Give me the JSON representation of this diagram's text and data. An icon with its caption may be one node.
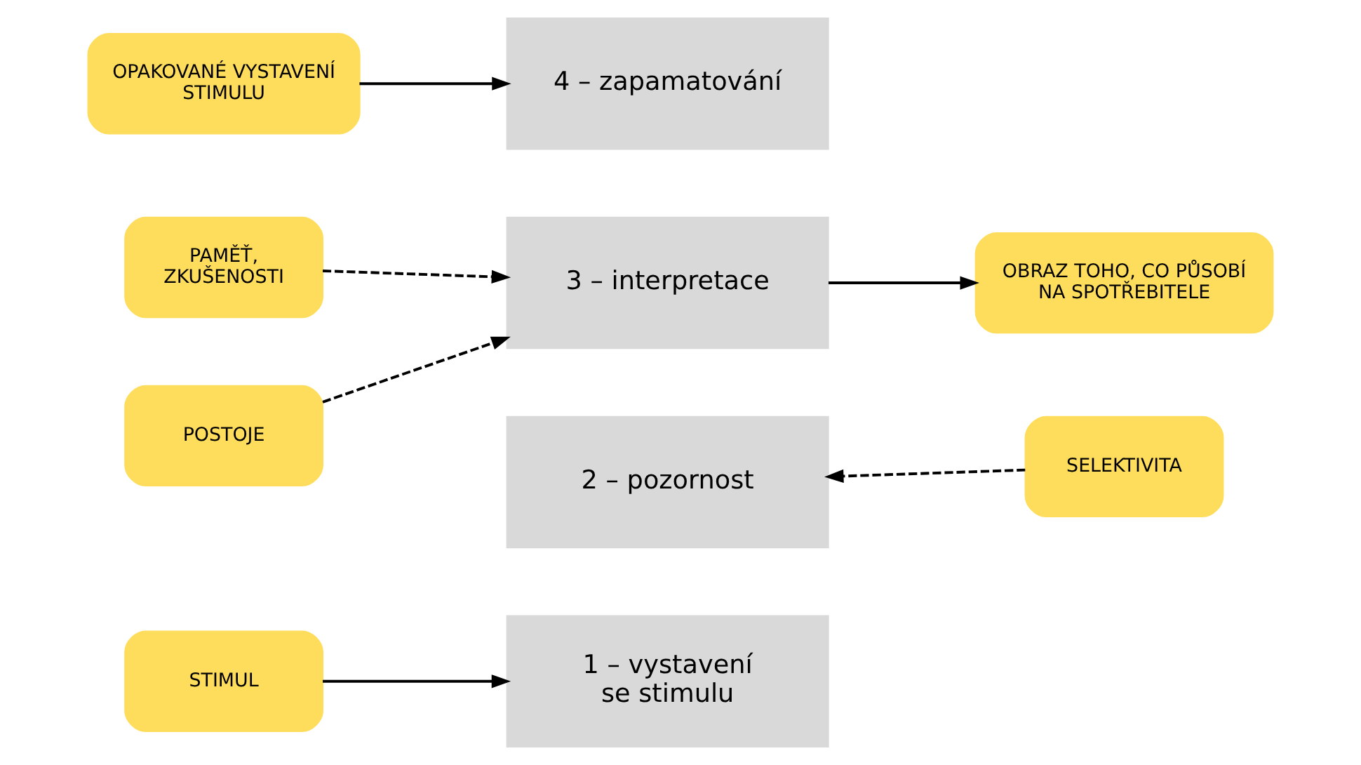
{
  "diagram": {
    "nodes": [
      {
        "text": [
          "STIMUL"
        ]
      },
      {
        "text": [
          "1 – vystavení se stimulu"
        ]
      },
      {
        "text": [
          "2 – pozornost"
        ]
      },
      {
        "text": [
          "SELEKTIVITA"
        ]
      },
      {
        "text": [
          "PAMĚŤ, ZKUŠENOSTI"
        ]
      },
      {
        "text": [
          "POSTOJE"
        ]
      },
      {
        "text": [
          "3 – interpretace"
        ]
      },
      {
        "text": [
          "OBRAZ TOHO, CO PŮSOBÍ NA SPOTŘEBITELE"
        ]
      },
      {
        "text": [
          "OPAKOVANÉ VYSTAVENÍ STIMULU"
        ]
      },
      {
        "text": [
          "4 – zapamatování"
        ]
      }
    ],
    "edges": [
      {
        "from": 0,
        "to": 1,
        "arrow": "to"
      },
      {
        "from": 3,
        "to": 2,
        "arrow": "to",
        "style": "dashed"
      },
      {
        "from": 4,
        "to": 6,
        "arrow": "to",
        "style": "dashed"
      },
      {
        "from": 5,
        "to": 6,
        "arrow": "to",
        "style": "dashed"
      },
      {
        "from": 6,
        "to": 7,
        "arrow": "to"
      },
      {
        "from": 8,
        "to": 9,
        "arrow": "to"
      }
    ]
  }
}
